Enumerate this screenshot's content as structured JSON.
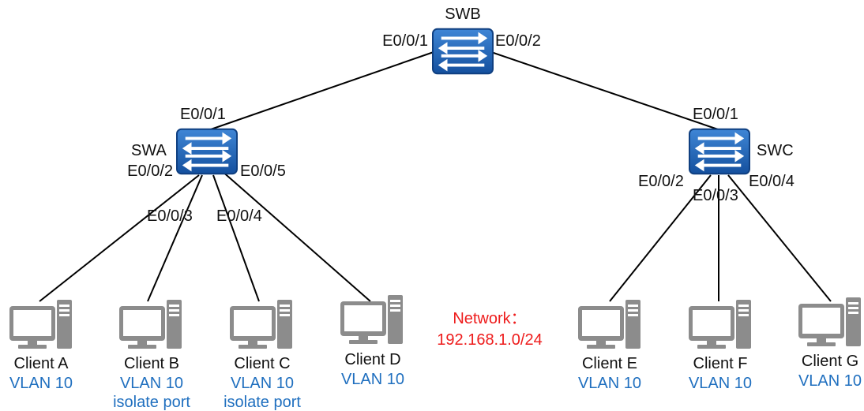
{
  "colors": {
    "switch_fill": "#1f62b5",
    "switch_border": "#0f3f80",
    "vlan_text": "#1f6fbf",
    "network_text": "#ee1c1c",
    "pc_body": "#8c8c8c",
    "line": "#000000"
  },
  "switches": {
    "swb": {
      "name": "SWB",
      "icon": "switch-icon",
      "ports": [
        "E0/0/1",
        "E0/0/2"
      ]
    },
    "swa": {
      "name": "SWA",
      "icon": "switch-icon",
      "ports": [
        "E0/0/1",
        "E0/0/2",
        "E0/0/3",
        "E0/0/4",
        "E0/0/5"
      ]
    },
    "swc": {
      "name": "SWC",
      "icon": "switch-icon",
      "ports": [
        "E0/0/1",
        "E0/0/2",
        "E0/0/3",
        "E0/0/4"
      ]
    }
  },
  "clients": [
    {
      "name": "Client A",
      "vlan": "VLAN 10",
      "note": "",
      "icon": "pc-icon"
    },
    {
      "name": "Client B",
      "vlan": "VLAN 10",
      "note": "isolate port",
      "icon": "pc-icon"
    },
    {
      "name": "Client C",
      "vlan": "VLAN 10",
      "note": "isolate port",
      "icon": "pc-icon"
    },
    {
      "name": "Client D",
      "vlan": "VLAN 10",
      "note": "",
      "icon": "pc-icon"
    },
    {
      "name": "Client E",
      "vlan": "VLAN 10",
      "note": "",
      "icon": "pc-icon"
    },
    {
      "name": "Client F",
      "vlan": "VLAN 10",
      "note": "",
      "icon": "pc-icon"
    },
    {
      "name": "Client G",
      "vlan": "VLAN 10",
      "note": "",
      "icon": "pc-icon"
    }
  ],
  "network": {
    "label": "Network：",
    "subnet": "192.168.1.0/24"
  }
}
